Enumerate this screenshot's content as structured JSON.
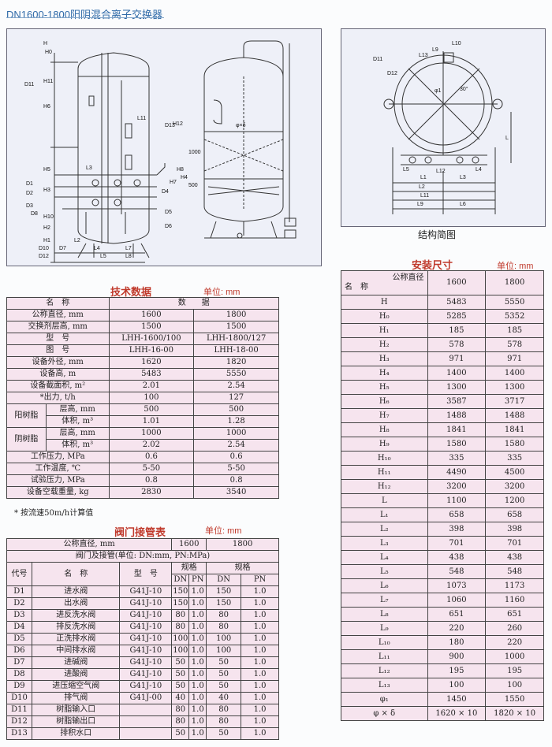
{
  "header": "DN1600-1800阳阴混合离子交换器",
  "struct_caption": "结构简图",
  "drawing_labels": {
    "left": [
      "H",
      "H0",
      "D11",
      "H11",
      "H6",
      "L11",
      "D13",
      "H12",
      "1000",
      "H5",
      "L3",
      "H8",
      "D1",
      "D2",
      "H3",
      "H4",
      "D3",
      "H7",
      "500",
      "D8",
      "H10",
      "H2",
      "D5",
      "D4",
      "D6",
      "H1",
      "L2",
      "L4",
      "L5",
      "L7",
      "L8",
      "D7",
      "D10",
      "D12",
      "φ×δ"
    ],
    "right": [
      "L9",
      "L10",
      "L13",
      "D11",
      "D12",
      "φ1",
      "30°",
      "L12",
      "L1",
      "L3",
      "L11",
      "L9",
      "L6",
      "L",
      "L2",
      "L5",
      "L4"
    ]
  },
  "tech": {
    "title": "技术数据",
    "unit": "单位: mm",
    "head": [
      "名　称",
      "数　　据"
    ],
    "rows": [
      [
        "公称直径, mm",
        "1600",
        "1800"
      ],
      [
        "交换剂层高, mm",
        "1500",
        "1500"
      ],
      [
        "型　号",
        "LHH-1600/100",
        "LHH-1800/127"
      ],
      [
        "图　号",
        "LHH-16-00",
        "LHH-18-00"
      ],
      [
        "设备外径, mm",
        "1620",
        "1820"
      ],
      [
        "设备高, m",
        "5483",
        "5550"
      ],
      [
        "设备截面积, m²",
        "2.01",
        "2.54"
      ],
      [
        "*出力, t/h",
        "100",
        "127"
      ]
    ],
    "resin1": {
      "name": "阳树脂",
      "rows": [
        [
          "层高, mm",
          "500",
          "500"
        ],
        [
          "体积, m³",
          "1.01",
          "1.28"
        ]
      ]
    },
    "resin2": {
      "name": "阴树脂",
      "rows": [
        [
          "层高, mm",
          "1000",
          "1000"
        ],
        [
          "体积, m³",
          "2.02",
          "2.54"
        ]
      ]
    },
    "rows2": [
      [
        "工作压力, MPa",
        "0.6",
        "0.6"
      ],
      [
        "工作温度, ℃",
        "5-50",
        "5-50"
      ],
      [
        "试验压力, MPa",
        "0.8",
        "0.8"
      ],
      [
        "设备空载重量, kg",
        "2830",
        "3540"
      ]
    ],
    "note": "* 按流速50m/h计算值"
  },
  "valve": {
    "title": "阀门接管表",
    "unit": "单位: mm",
    "row1": [
      "公称直径, mm",
      "1600",
      "1800"
    ],
    "row2": "阀门及接管(单位: DN:mm, PN:MPa)",
    "hdr": [
      "代号",
      "名　称",
      "型　号",
      "规格",
      "规格"
    ],
    "sub": [
      "DN",
      "PN",
      "DN",
      "PN"
    ],
    "rows": [
      [
        "D1",
        "进水阀",
        "G41J-10",
        "150",
        "1.0",
        "150",
        "1.0"
      ],
      [
        "D2",
        "出水阀",
        "G41J-10",
        "150",
        "1.0",
        "150",
        "1.0"
      ],
      [
        "D3",
        "进反洗水阀",
        "G41J-10",
        "80",
        "1.0",
        "80",
        "1.0"
      ],
      [
        "D4",
        "排反洗水阀",
        "G41J-10",
        "80",
        "1.0",
        "80",
        "1.0"
      ],
      [
        "D5",
        "正洗排水阀",
        "G41J-10",
        "100",
        "1.0",
        "100",
        "1.0"
      ],
      [
        "D6",
        "中间排水阀",
        "G41J-10",
        "100",
        "1.0",
        "100",
        "1.0"
      ],
      [
        "D7",
        "进碱阀",
        "G41J-10",
        "50",
        "1.0",
        "50",
        "1.0"
      ],
      [
        "D8",
        "进酸阀",
        "G41J-10",
        "50",
        "1.0",
        "50",
        "1.0"
      ],
      [
        "D9",
        "进压缩空气阀",
        "G41J-10",
        "50",
        "1.0",
        "50",
        "1.0"
      ],
      [
        "D10",
        "排气阀",
        "G41J-00",
        "40",
        "1.0",
        "40",
        "1.0"
      ],
      [
        "D11",
        "树脂输入口",
        "",
        "80",
        "1.0",
        "80",
        "1.0"
      ],
      [
        "D12",
        "树脂输出口",
        "",
        "80",
        "1.0",
        "80",
        "1.0"
      ],
      [
        "D13",
        "排积水口",
        "",
        "50",
        "1.0",
        "50",
        "1.0"
      ]
    ]
  },
  "install": {
    "title": "安装尺寸",
    "unit": "单位: mm",
    "head_top": "公称直径",
    "head_bottom": "名　称",
    "cols": [
      "1600",
      "1800"
    ],
    "rows": [
      [
        "H",
        "5483",
        "5550"
      ],
      [
        "H₀",
        "5285",
        "5352"
      ],
      [
        "H₁",
        "185",
        "185"
      ],
      [
        "H₂",
        "578",
        "578"
      ],
      [
        "H₃",
        "971",
        "971"
      ],
      [
        "H₄",
        "1400",
        "1400"
      ],
      [
        "H₅",
        "1300",
        "1300"
      ],
      [
        "H₆",
        "3587",
        "3717"
      ],
      [
        "H₇",
        "1488",
        "1488"
      ],
      [
        "H₈",
        "1841",
        "1841"
      ],
      [
        "H₉",
        "1580",
        "1580"
      ],
      [
        "H₁₀",
        "335",
        "335"
      ],
      [
        "H₁₁",
        "4490",
        "4500"
      ],
      [
        "H₁₂",
        "3200",
        "3200"
      ],
      [
        "L",
        "1100",
        "1200"
      ],
      [
        "L₁",
        "658",
        "658"
      ],
      [
        "L₂",
        "398",
        "398"
      ],
      [
        "L₃",
        "701",
        "701"
      ],
      [
        "L₄",
        "438",
        "438"
      ],
      [
        "L₅",
        "548",
        "548"
      ],
      [
        "L₆",
        "1073",
        "1173"
      ],
      [
        "L₇",
        "1060",
        "1160"
      ],
      [
        "L₈",
        "651",
        "651"
      ],
      [
        "L₉",
        "220",
        "260"
      ],
      [
        "L₁₀",
        "180",
        "220"
      ],
      [
        "L₁₁",
        "900",
        "1000"
      ],
      [
        "L₁₂",
        "195",
        "195"
      ],
      [
        "L₁₃",
        "100",
        "100"
      ],
      [
        "φ₁",
        "1450",
        "1550"
      ],
      [
        "φ × δ",
        "1620 × 10",
        "1820 × 10"
      ]
    ]
  }
}
